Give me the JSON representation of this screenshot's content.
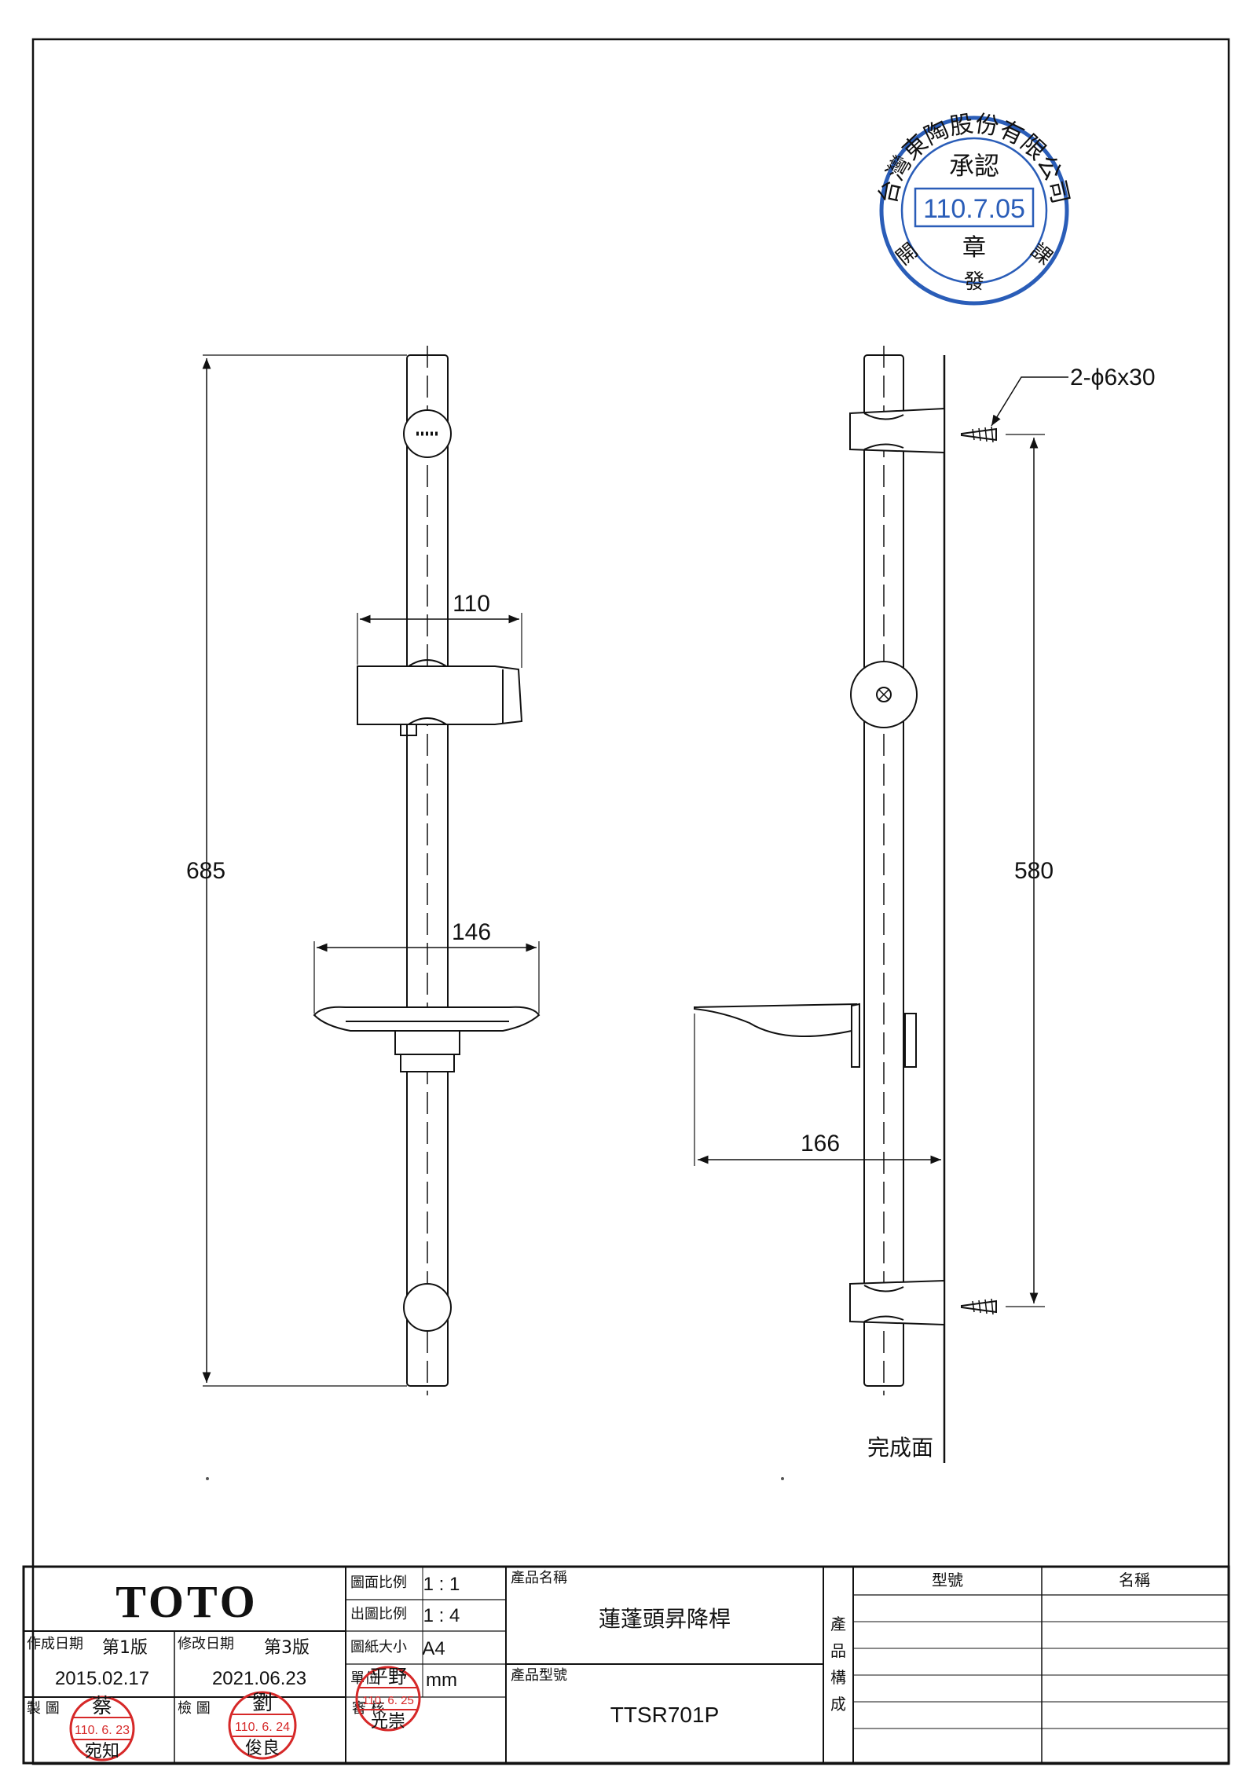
{
  "stamp": {
    "company": "台灣東陶股份有限公司",
    "approval": "承認",
    "date": "110.7.05",
    "seal": "章",
    "dept_left": "開",
    "dept_right": "課",
    "dept_bottom": "發"
  },
  "drawing": {
    "dim_total_height": "685",
    "dim_holder_width": "110",
    "dim_dish_width": "146",
    "dim_mount_spacing": "580",
    "dim_dish_depth": "166",
    "screw_spec": "2-ϕ6x30",
    "finish_surface": "完成面"
  },
  "title_block": {
    "brand": "TOTO",
    "scale_label": "圖面比例",
    "scale_value": "1 : 1",
    "print_scale_label": "出圖比例",
    "print_scale_value": "1 : 4",
    "paper_label": "圖紙大小",
    "paper_value": "A4",
    "unit_label": "單位",
    "unit_value": "mm",
    "created_label": "作成日期",
    "created_version": "第1版",
    "created_date": "2015.02.17",
    "revised_label": "修改日期",
    "revised_version": "第3版",
    "revised_date": "2021.06.23",
    "drawn_label": "製 圖",
    "drawn_stamp_name_top": "蔡",
    "drawn_stamp_date": "110. 6. 23",
    "drawn_stamp_name_bottom": "宛知",
    "checked_label": "檢 圖",
    "checked_stamp_name_top": "劉",
    "checked_stamp_date": "110. 6. 24",
    "checked_stamp_name_bottom": "俊良",
    "approved_label": "審 核",
    "approved_stamp_name_top": "平野",
    "approved_stamp_date": "110. 6. 25",
    "approved_stamp_name_bottom": "光崇",
    "product_name_label": "產品名稱",
    "product_name": "蓮蓬頭昇降桿",
    "product_model_label": "產品型號",
    "product_model": "TTSR701P",
    "composition_label": [
      "產",
      "品",
      "構",
      "成"
    ],
    "col_model": "型號",
    "col_name": "名稱"
  }
}
